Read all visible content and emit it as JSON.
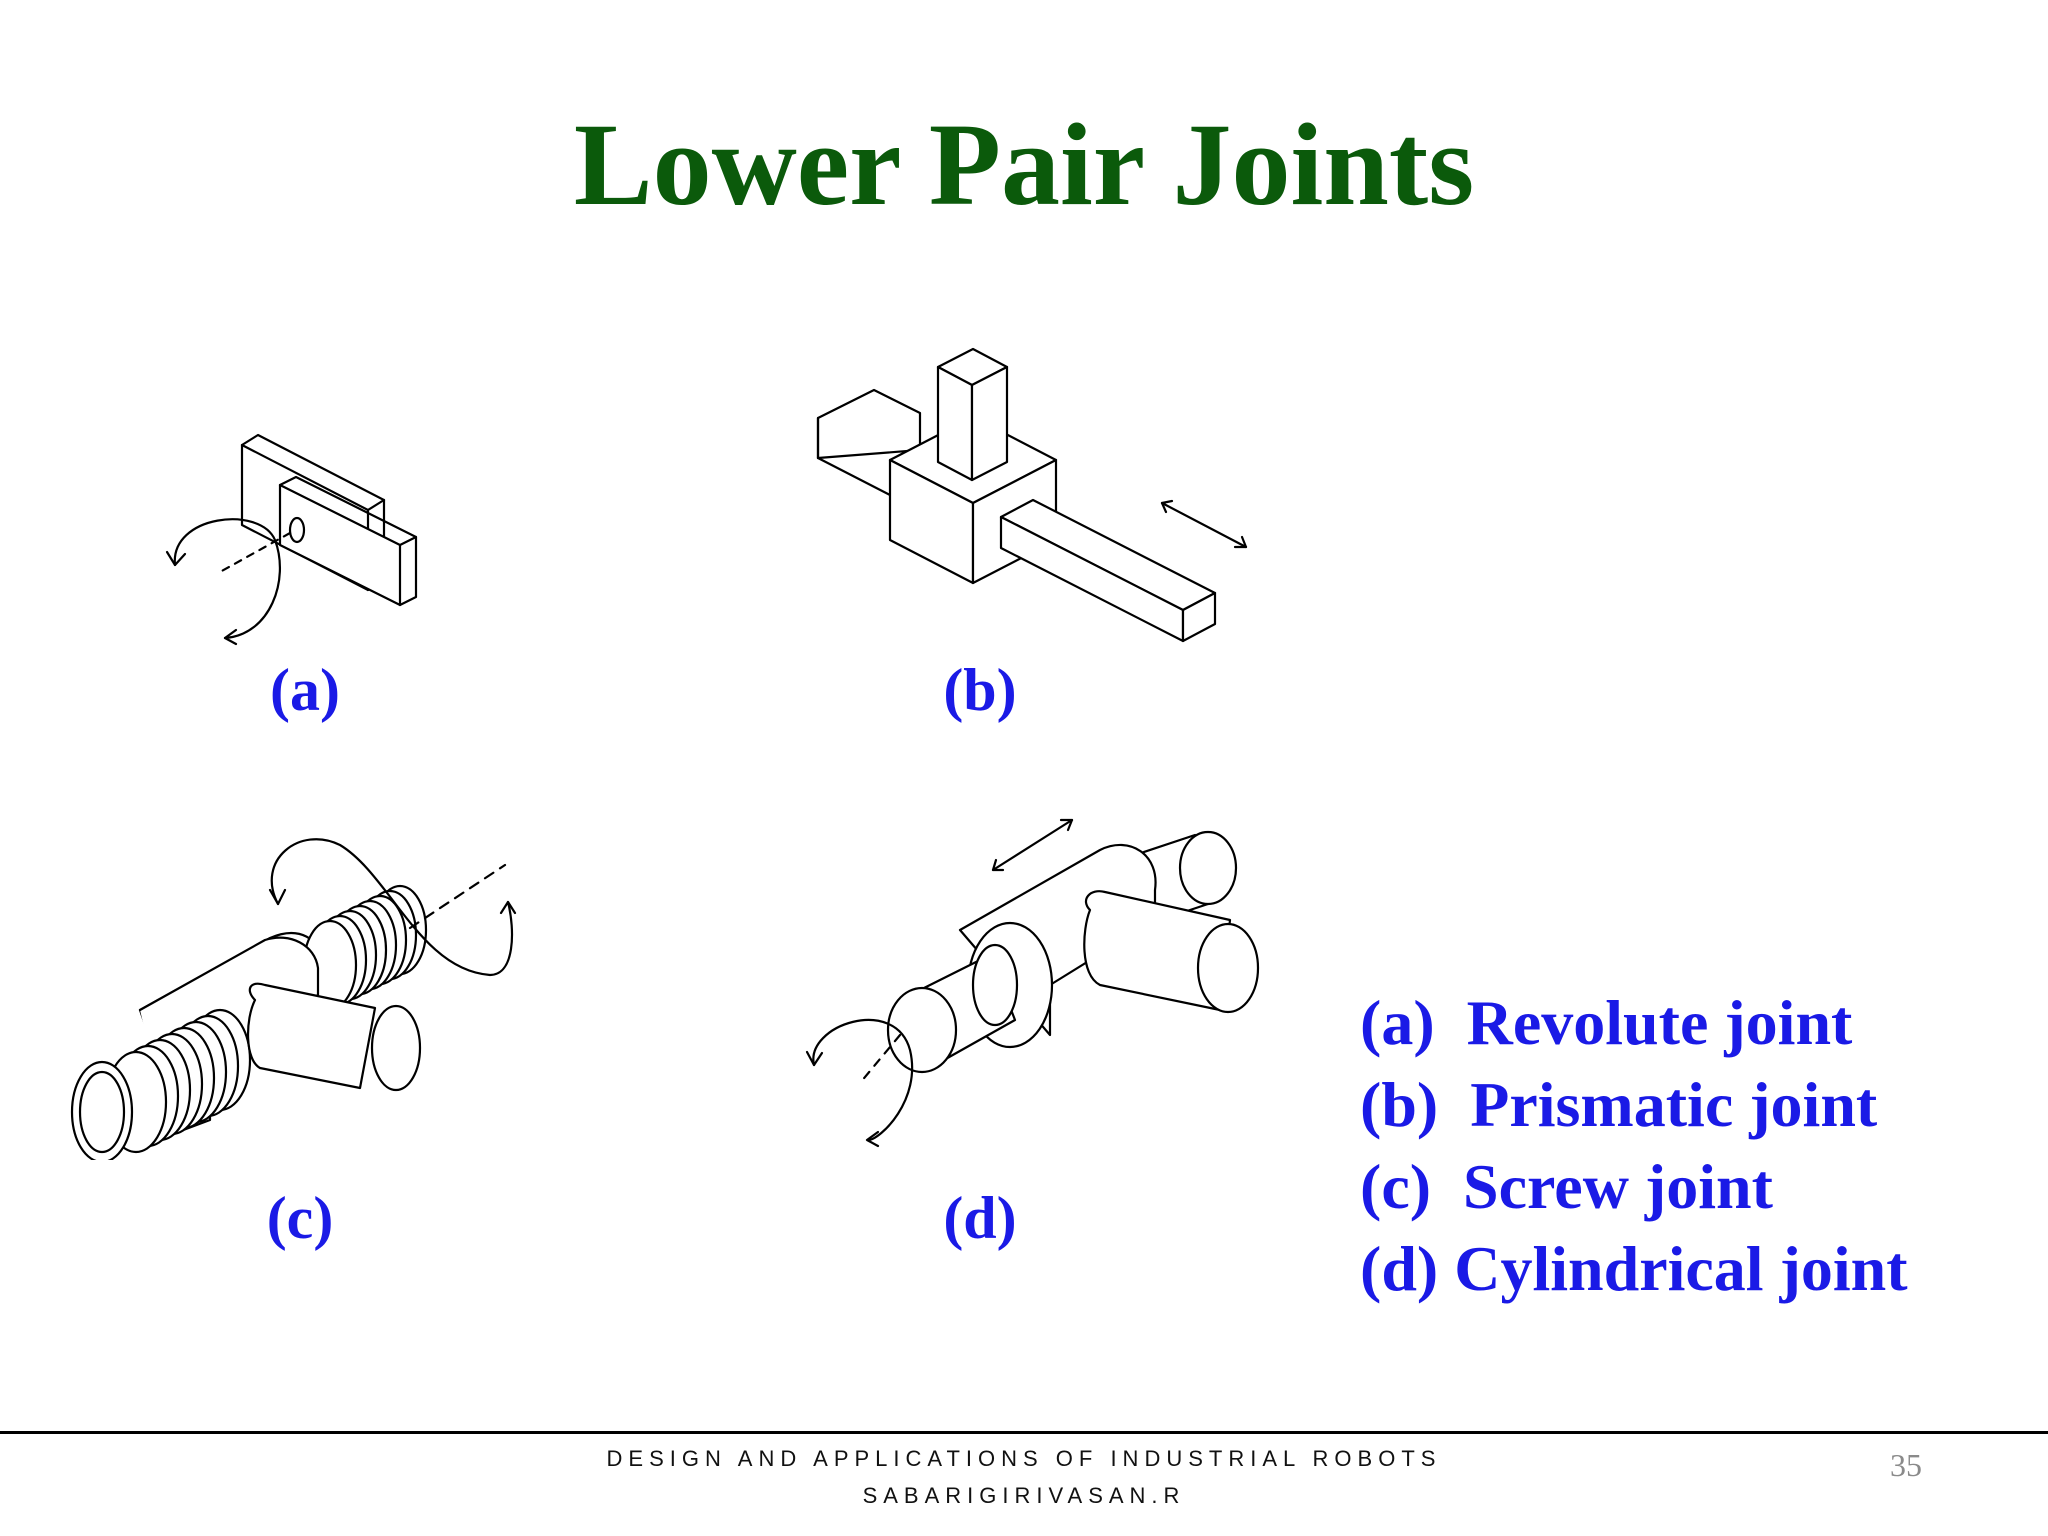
{
  "slide": {
    "title": "Lower Pair Joints",
    "colors": {
      "title": "#0b5a0b",
      "labels": "#1a1ae6",
      "line_art": "#000000"
    }
  },
  "figures": [
    {
      "id": "a",
      "label": "(a)",
      "icon": "revolute-joint-icon"
    },
    {
      "id": "b",
      "label": "(b)",
      "icon": "prismatic-joint-icon"
    },
    {
      "id": "c",
      "label": "(c)",
      "icon": "screw-joint-icon"
    },
    {
      "id": "d",
      "label": "(d)",
      "icon": "cylindrical-joint-icon"
    }
  ],
  "legend": [
    "(a)  Revolute joint",
    "(b)  Prismatic joint",
    "(c)  Screw joint",
    "(d) Cylindrical joint"
  ],
  "footer": {
    "line1": "DESIGN AND APPLICATIONS OF INDUSTRIAL ROBOTS",
    "line2": "SABARIGIRIVASAN.R",
    "page_number": "35"
  }
}
